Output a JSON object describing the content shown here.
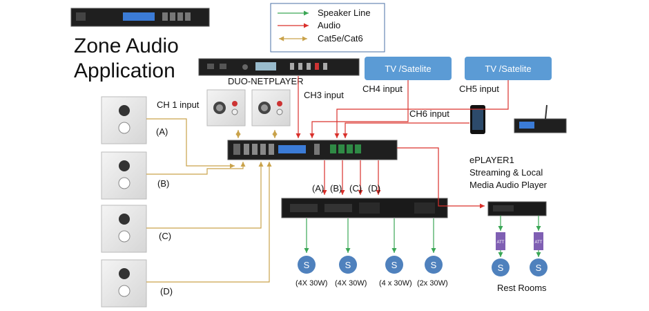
{
  "title": {
    "line1": "Zone Audio",
    "line2": "Application"
  },
  "legend": {
    "speaker_line": "Speaker Line",
    "audio": "Audio",
    "cat": "Cat5e/Cat6"
  },
  "colors": {
    "speaker_line": "#3aa655",
    "audio": "#d9302b",
    "cat": "#c9a24a",
    "device_blue": "#5b9bd5",
    "speaker_fill": "#4f81bd",
    "att_fill": "#7f5fb3",
    "lcd": "#3b7bd6"
  },
  "devices": {
    "duo_netplayer": "DUO-NETPLAYER",
    "tv1": "TV /Satelite",
    "tv2": "TV /Satelite",
    "eplayer_line1": "ePLAYER1",
    "eplayer_line2": "Streaming & Local",
    "eplayer_line3": "Media Audio Player"
  },
  "inputs": {
    "ch1": "CH 1 input",
    "ch3": "CH3 input",
    "ch4": "CH4 input",
    "ch5": "CH5 input",
    "ch6": "CH6 input"
  },
  "wall_panels": [
    "(A)",
    "(B)",
    "(C)",
    "(D)"
  ],
  "zone_outputs": [
    "(A)",
    "(B)",
    "(C)",
    "(D)"
  ],
  "speakers": {
    "symbol": "S",
    "ratings": [
      "(4X 30W)",
      "(4X 30W)",
      "(4 x 30W)",
      "(2x 30W)"
    ]
  },
  "att": {
    "label": "ATT"
  },
  "rest_rooms": "Rest Rooms"
}
